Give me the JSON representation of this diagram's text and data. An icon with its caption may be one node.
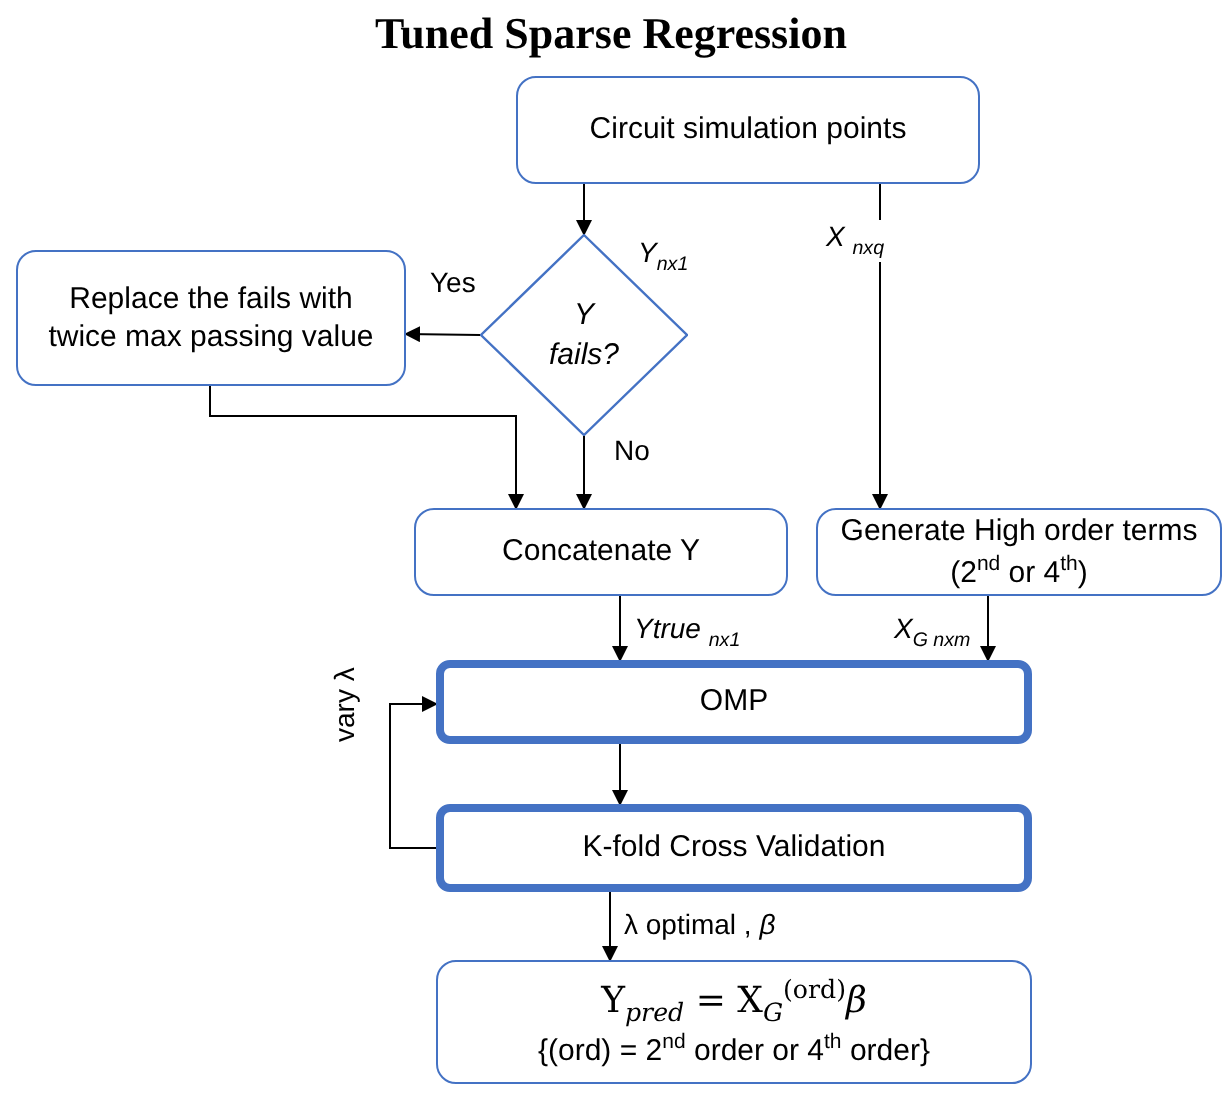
{
  "diagram": {
    "title": "Tuned Sparse Regression",
    "nodes": [
      {
        "text": [
          "Circuit simulation points"
        ]
      },
      {
        "text": [
          "Y fails?"
        ]
      },
      {
        "text": [
          "Replace the fails with twice max passing value"
        ]
      },
      {
        "text": [
          "Concatenate Y"
        ]
      },
      {
        "text": [
          "Generate High order terms (2$^{nd}$ or 4$^{th}$)"
        ]
      },
      {
        "text": [
          "OMP"
        ]
      },
      {
        "text": [
          "K-fold Cross Validation"
        ]
      },
      {
        "text": [
          "Y$_{pred}$ = X$_{G}$$^{(ord)}$*β*",
          "{(ord) = 2$^{nd}$ order or 4$^{th}$ order}"
        ]
      }
    ],
    "edges": [
      {
        "from": 0,
        "to": 1,
        "arrow": "to",
        "label": "Y$_{nx1}$"
      },
      {
        "from": 1,
        "to": 2,
        "arrow": "to",
        "label": "Yes"
      },
      {
        "from": 1,
        "to": 3,
        "arrow": "to",
        "label": "No"
      },
      {
        "from": 2,
        "to": 3,
        "arrow": "to"
      },
      {
        "from": 0,
        "to": 4,
        "arrow": "to",
        "label": "X $_{nxq}$"
      },
      {
        "from": 3,
        "to": 5,
        "arrow": "to",
        "label": "Ytrue $_{nx1}$"
      },
      {
        "from": 4,
        "to": 5,
        "arrow": "to",
        "label": "X$_{G nxm}$"
      },
      {
        "from": 5,
        "to": 6,
        "arrow": "to"
      },
      {
        "from": 6,
        "to": 5,
        "arrow": "to",
        "label": "vary λ"
      },
      {
        "from": 6,
        "to": 7,
        "arrow": "to",
        "label": "λ optimal , *β*"
      }
    ]
  }
}
